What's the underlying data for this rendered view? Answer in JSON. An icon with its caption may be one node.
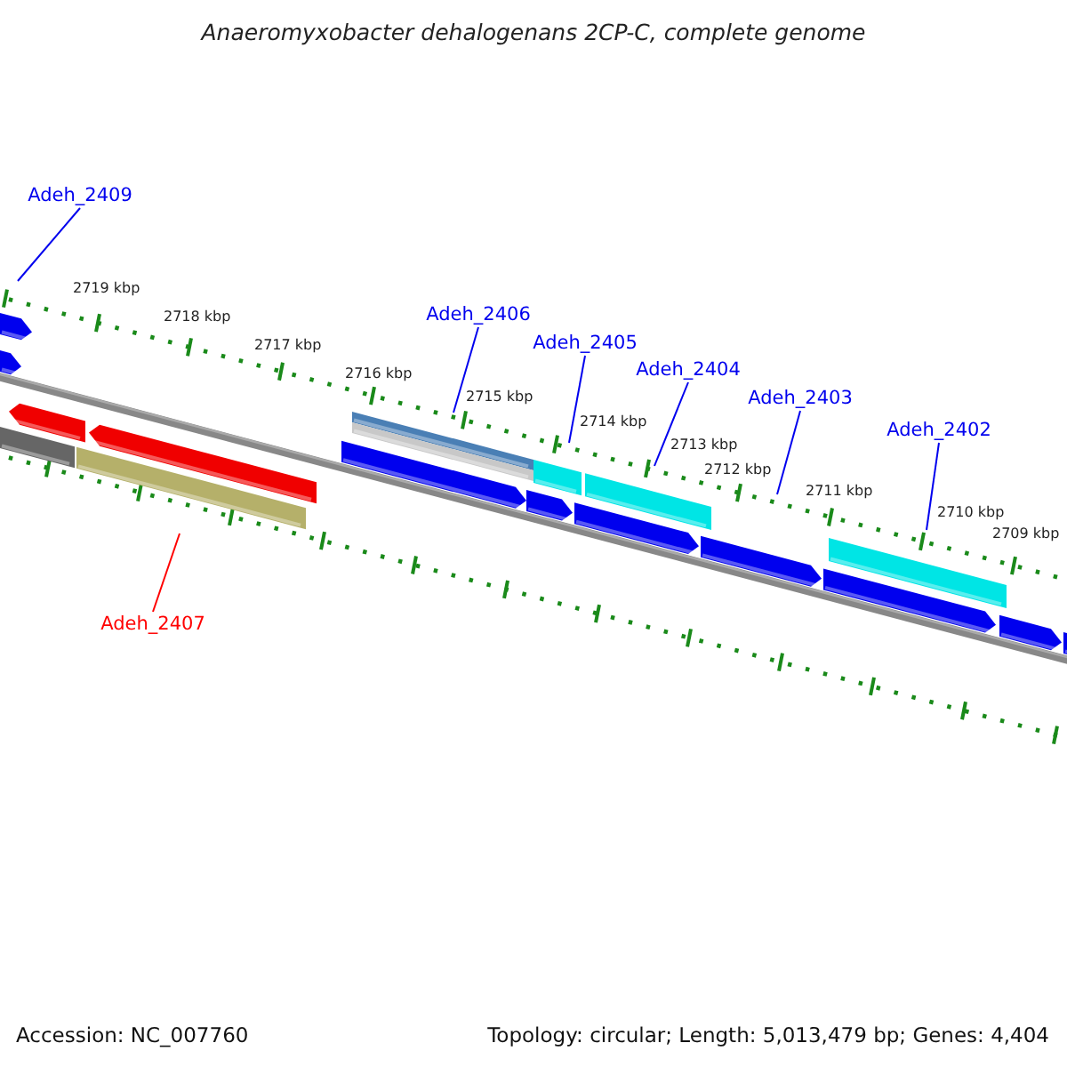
{
  "diagram": {
    "title": "Anaeromyxobacter dehalogenans 2CP-C, complete genome",
    "nodes": [
      {
        "text": [
          "Adeh_2409"
        ]
      },
      {
        "text": [
          "Adeh_2406"
        ]
      },
      {
        "text": [
          "Adeh_2405"
        ]
      },
      {
        "text": [
          "Adeh_2404"
        ]
      },
      {
        "text": [
          "Adeh_2403"
        ]
      },
      {
        "text": [
          "Adeh_2402"
        ]
      },
      {
        "text": [
          "Adeh_2407"
        ]
      }
    ],
    "edges": [
      {
        "from": 0,
        "to": null,
        "arrow": "none"
      },
      {
        "from": 1,
        "to": null,
        "arrow": "none"
      },
      {
        "from": 2,
        "to": null,
        "arrow": "none"
      },
      {
        "from": 3,
        "to": null,
        "arrow": "none"
      },
      {
        "from": 4,
        "to": null,
        "arrow": "none"
      },
      {
        "from": 5,
        "to": null,
        "arrow": "none"
      },
      {
        "from": 6,
        "to": null,
        "arrow": "none",
        "color": "#ff0000"
      }
    ],
    "labels": [
      "2719 kbp",
      "2718 kbp",
      "2717 kbp",
      "2716 kbp",
      "2715 kbp",
      "2714 kbp",
      "2713 kbp",
      "2712 kbp",
      "2711 kbp",
      "2710 kbp",
      "2709 kbp",
      "Accession: NC_007760",
      "Topology: circular; Length: 5,013,479 bp; Genes: 4,404"
    ]
  }
}
